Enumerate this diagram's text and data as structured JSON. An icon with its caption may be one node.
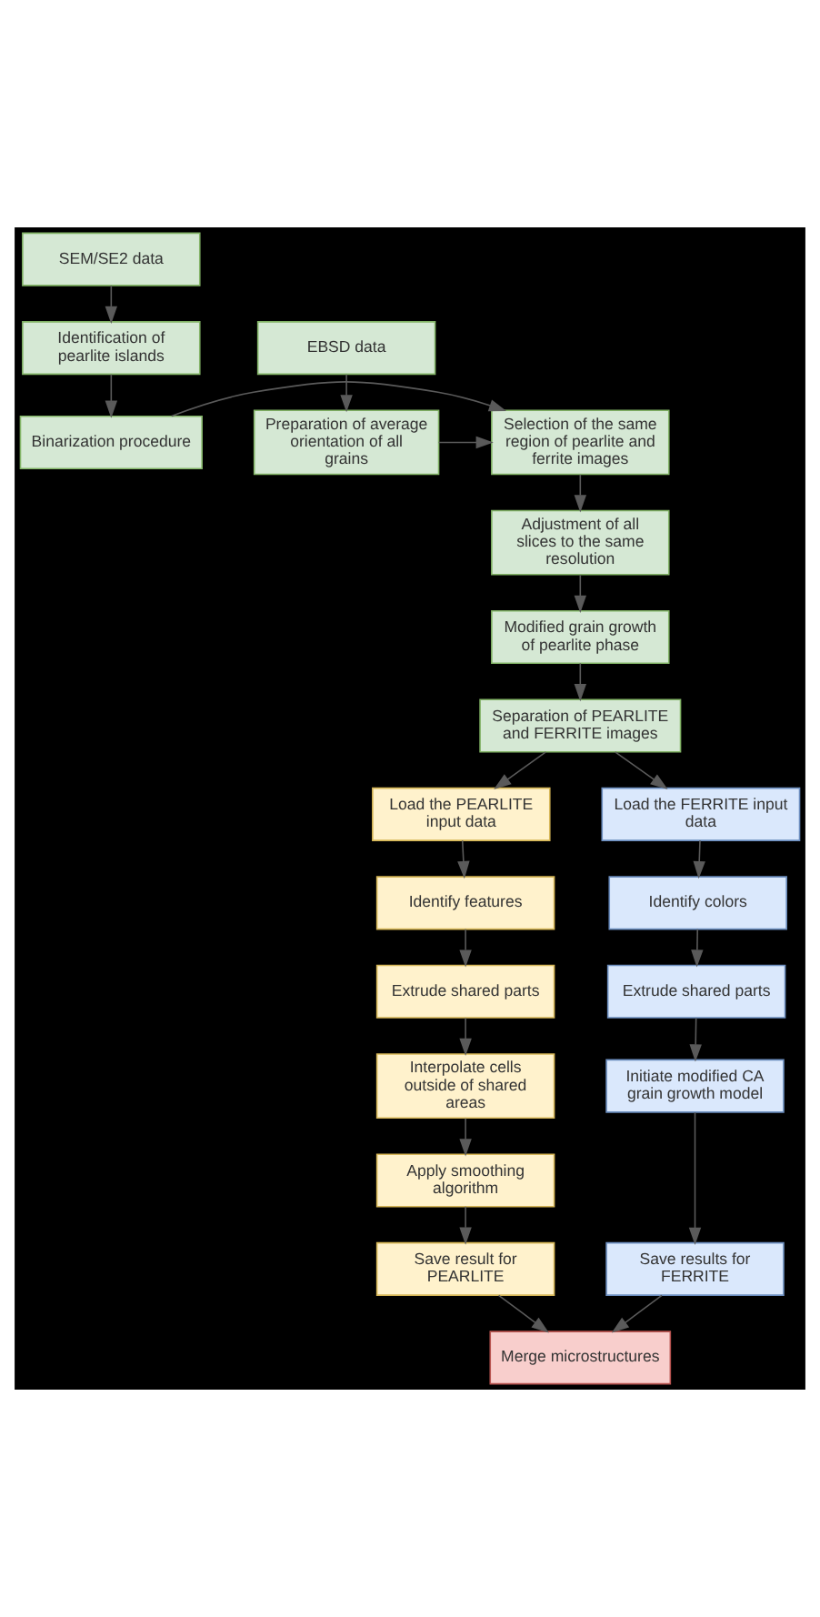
{
  "diagram": {
    "nodes": [
      {
        "text": [
          "SEM/SE2 data"
        ]
      },
      {
        "text": [
          "Identification of pearlite islands"
        ]
      },
      {
        "text": [
          "EBSD data"
        ]
      },
      {
        "text": [
          "Binarization procedure"
        ]
      },
      {
        "text": [
          "Selection of the same region of pearlite and ferrite images"
        ]
      },
      {
        "text": [
          "Preparation of average orientation of all grains"
        ]
      },
      {
        "text": [
          "Adjustment of all slices to the same resolution"
        ]
      },
      {
        "text": [
          "Modified grain growth of pearlite phase"
        ]
      },
      {
        "text": [
          "Separation of PEARLITE and FERRITE images"
        ]
      },
      {
        "text": [
          "Load the PEARLITE input data"
        ]
      },
      {
        "text": [
          "Load the FERRITE input data"
        ]
      },
      {
        "text": [
          "Identify features"
        ]
      },
      {
        "text": [
          "Identify colors"
        ]
      },
      {
        "text": [
          "Extrude shared parts"
        ]
      },
      {
        "text": [
          "Extrude shared parts"
        ]
      },
      {
        "text": [
          "Interpolate cells outside of shared areas"
        ]
      },
      {
        "text": [
          "Initiate modified CA grain growth model"
        ]
      },
      {
        "text": [
          "Apply smoothing algorithm"
        ]
      },
      {
        "text": [
          "Save result for PEARLITE"
        ]
      },
      {
        "text": [
          "Save results for FERRITE"
        ]
      },
      {
        "text": [
          "Merge microstructures"
        ]
      }
    ],
    "edges": [
      {
        "from": 0,
        "to": 1,
        "arrow": "to"
      },
      {
        "from": 1,
        "to": 3,
        "arrow": "to"
      },
      {
        "from": 3,
        "to": 4,
        "arrow": "to"
      },
      {
        "from": 2,
        "to": 5,
        "arrow": "to"
      },
      {
        "from": 5,
        "to": 4,
        "arrow": "to"
      },
      {
        "from": 4,
        "to": 6,
        "arrow": "to"
      },
      {
        "from": 6,
        "to": 7,
        "arrow": "to"
      },
      {
        "from": 7,
        "to": 8,
        "arrow": "to"
      },
      {
        "from": 8,
        "to": 9,
        "arrow": "to"
      },
      {
        "from": 8,
        "to": 10,
        "arrow": "to"
      },
      {
        "from": 9,
        "to": 11,
        "arrow": "to"
      },
      {
        "from": 11,
        "to": 13,
        "arrow": "to"
      },
      {
        "from": 13,
        "to": 15,
        "arrow": "to"
      },
      {
        "from": 15,
        "to": 17,
        "arrow": "to"
      },
      {
        "from": 17,
        "to": 18,
        "arrow": "to"
      },
      {
        "from": 10,
        "to": 12,
        "arrow": "to"
      },
      {
        "from": 12,
        "to": 14,
        "arrow": "to"
      },
      {
        "from": 14,
        "to": 16,
        "arrow": "to"
      },
      {
        "from": 16,
        "to": 19,
        "arrow": "to"
      },
      {
        "from": 18,
        "to": 20,
        "arrow": "to"
      },
      {
        "from": 19,
        "to": 20,
        "arrow": "to"
      }
    ]
  }
}
